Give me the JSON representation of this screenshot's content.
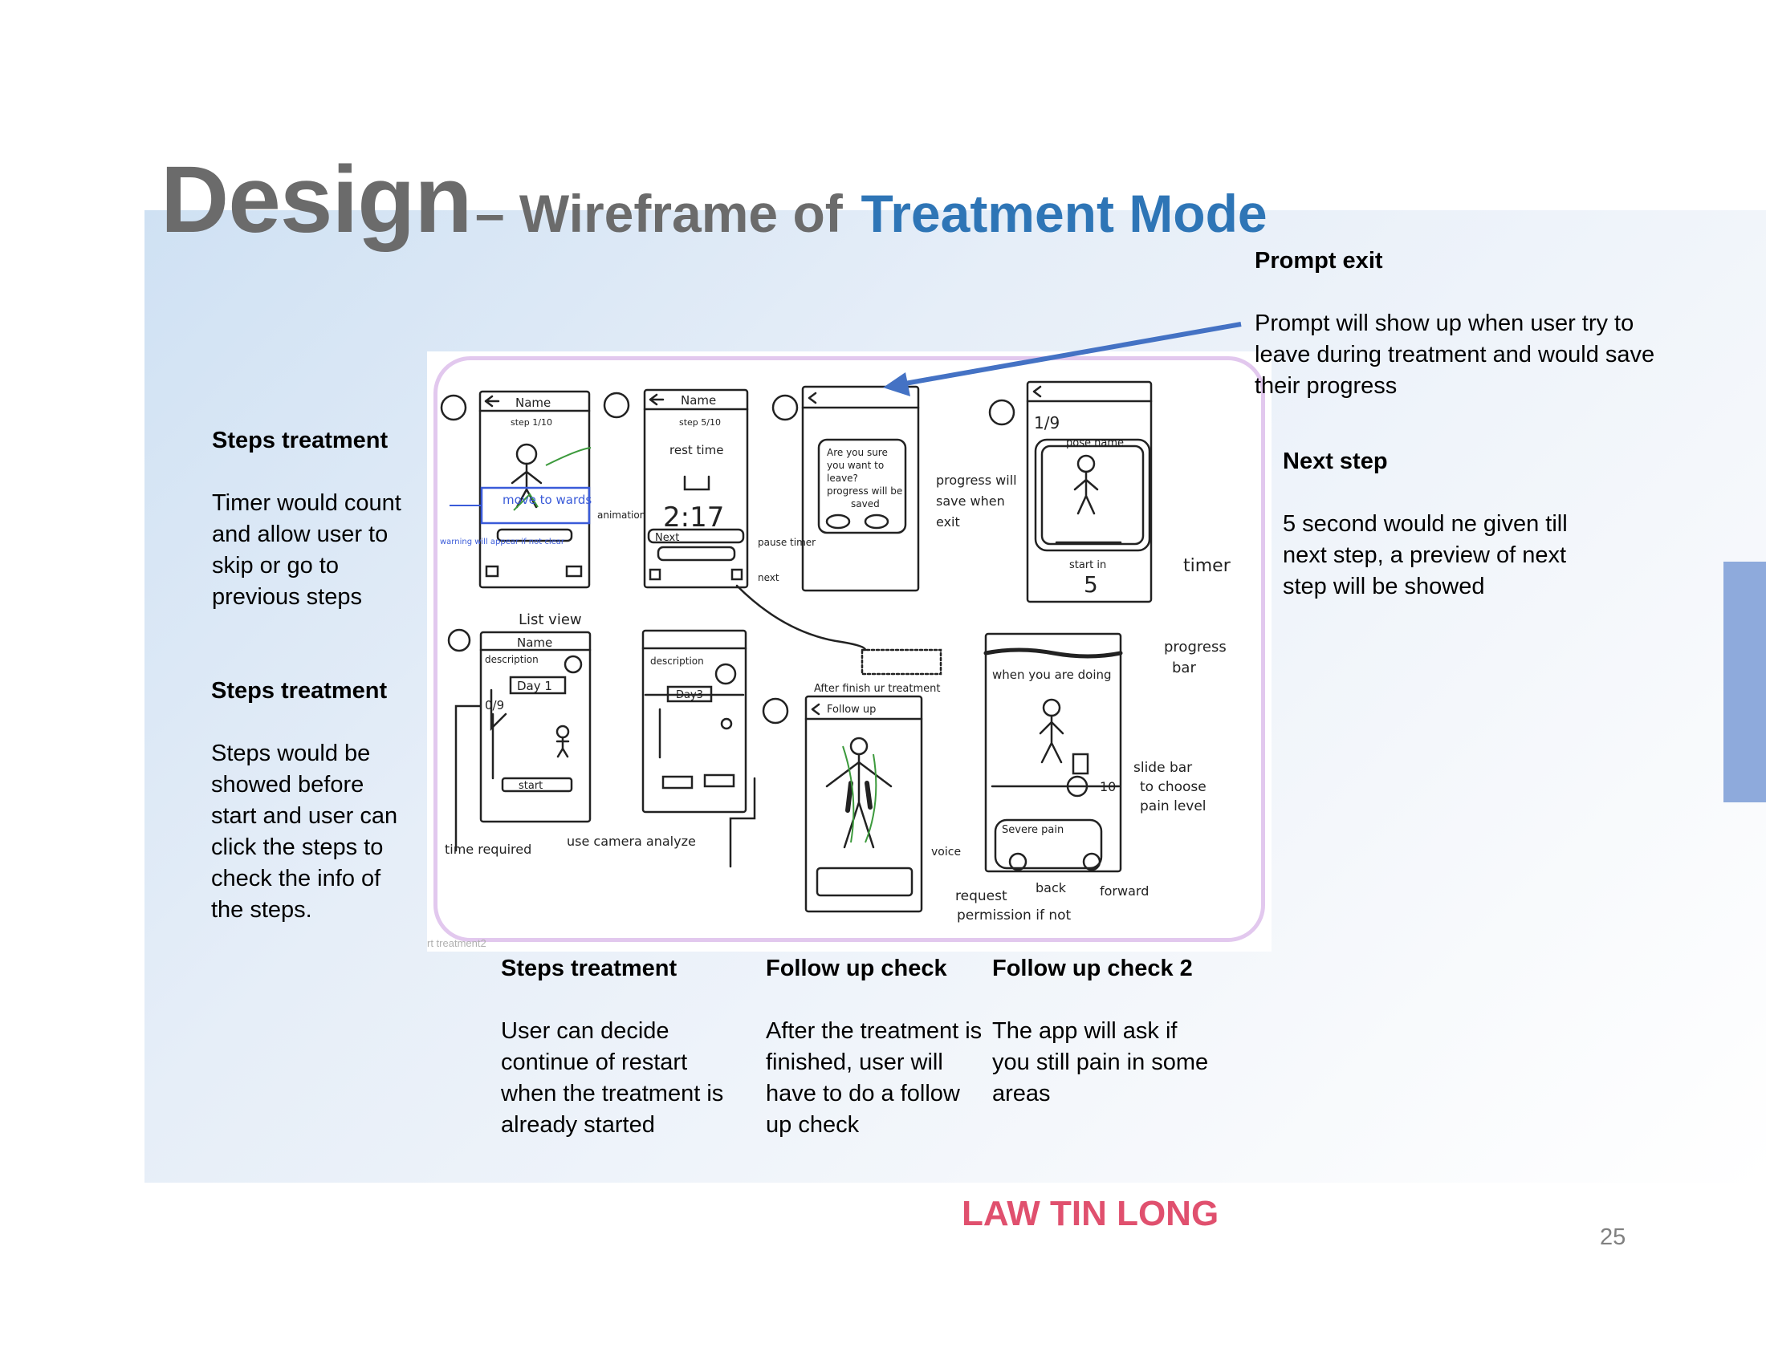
{
  "title": {
    "main": "Design",
    "separator": "– Wireframe of ",
    "accent": "Treatment Mode"
  },
  "notes": {
    "prompt_exit": {
      "heading": "Prompt exit",
      "body": "Prompt will show up when user try to leave during treatment and would save their progress"
    },
    "next_step": {
      "heading": "Next step",
      "body": "5 second would ne given till next step, a preview of next step will be showed"
    },
    "steps_timer": {
      "heading": "Steps treatment",
      "body": "Timer would count and allow user to skip or go to previous steps"
    },
    "steps_list": {
      "heading": "Steps treatment",
      "body": "Steps would be showed before start and user can click the steps to check the info of the steps."
    },
    "steps_restart": {
      "heading": "Steps treatment",
      "body": "User can decide continue of restart when the treatment is already started"
    },
    "follow_up": {
      "heading": "Follow up check",
      "body": "After the treatment is finished, user will have to do a follow up check"
    },
    "follow_up_2": {
      "heading": "Follow up check 2",
      "body": "The app will ask if you still pain in some areas"
    }
  },
  "wireframe_caption": "rt treatment2",
  "sketch": {
    "s3_title": "Name",
    "s3_step": "step 1/10",
    "s3_callout": "move to wards",
    "s5_title": "Name",
    "s5_step": "step 5/10",
    "s5_rest": "rest time",
    "s5_timer": "2:17",
    "s5_next": "Next",
    "s6_prompt": "Are you sure you want to leave? progress will be saved",
    "s4_count": "1/9",
    "s4_pose": "pose name",
    "s4_start": "start in",
    "s4_num": "5",
    "s1_title": "Name",
    "s1_desc": "description",
    "s1_day": "Day 1",
    "s1_count": "0/9",
    "s1_start": "start",
    "s1b_desc": "description",
    "s1b_day": "Day3",
    "s2_label": "After finish ur treatment",
    "s2_title": "Follow up",
    "s7_top": "when you are doing",
    "s7_pain": "Severe pain",
    "s7_num": "10",
    "a_list_view": "List view",
    "a_progress": "progress will save when exit",
    "a_timer": "timer",
    "a_progress_bar": "progress bar",
    "a_slide": "slide bar to choose pain level",
    "a_back": "back",
    "a_forward": "forward",
    "a_request": "request permission if not",
    "a_time_req": "time required",
    "a_camera": "use camera analyze",
    "a_voice": "voice",
    "a_pause": "pause timer",
    "a_animation": "animation",
    "a_next": "next",
    "a_warning": "warning will appear if not clear"
  },
  "author": "LAW TIN LONG",
  "page_number": "25",
  "colors": {
    "title_gray": "#6b6b6b",
    "accent_blue": "#2e75b6",
    "author_red": "#e0506e",
    "arrow_blue": "#4472c4",
    "frame_border": "#e2c8ee"
  }
}
